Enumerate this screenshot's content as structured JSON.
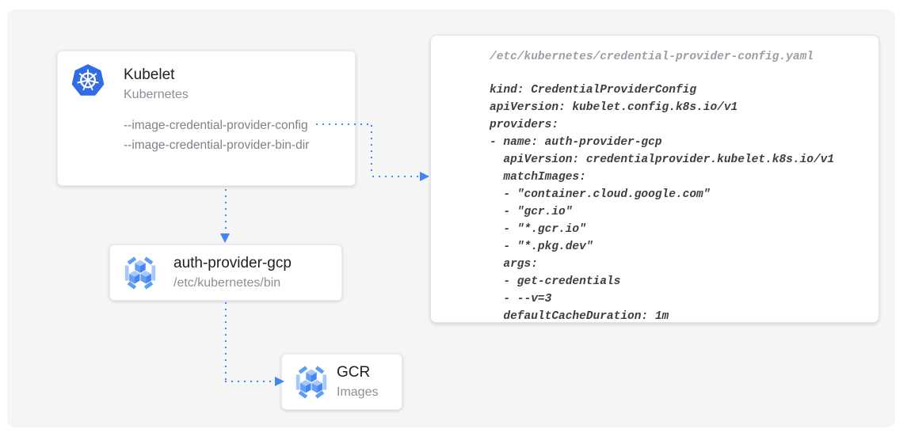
{
  "colors": {
    "accent_blue": "#4285F4",
    "kubernetes_blue": "#326CE5",
    "panel_background": "#F5F5F6",
    "card_background": "#FFFFFF",
    "title_text": "#212121",
    "subtitle_text": "#8A9097",
    "code_text": "#3C4043",
    "code_header_text": "#9AA0A6",
    "gcr_icon_light": "#A8C7FA",
    "gcr_icon_medium": "#669DF6",
    "gcr_icon_dark": "#4285F4"
  },
  "nodes": {
    "kubelet": {
      "title": "Kubelet",
      "subtitle": "Kubernetes",
      "icon": "kubernetes-icon",
      "flags": [
        "--image-credential-provider-config",
        "--image-credential-provider-bin-dir"
      ]
    },
    "auth_provider": {
      "title": "auth-provider-gcp",
      "subtitle": "/etc/kubernetes/bin",
      "icon": "gcr-icon"
    },
    "gcr": {
      "title": "GCR",
      "subtitle": "Images",
      "icon": "gcr-icon"
    }
  },
  "code_panel": {
    "header": "/etc/kubernetes/credential-provider-config.yaml",
    "lines": [
      "kind: CredentialProviderConfig",
      "apiVersion: kubelet.config.k8s.io/v1",
      "providers:",
      "- name: auth-provider-gcp",
      "  apiVersion: credentialprovider.kubelet.k8s.io/v1",
      "  matchImages:",
      "  - \"container.cloud.google.com\"",
      "  - \"gcr.io\"",
      "  - \"*.gcr.io\"",
      "  - \"*.pkg.dev\"",
      "  args:",
      "  - get-credentials",
      "  - --v=3",
      "  defaultCacheDuration: 1m"
    ]
  },
  "arrows": [
    {
      "name": "config-flag-to-yaml-panel",
      "style": "dotted-blue"
    },
    {
      "name": "kubelet-to-auth-provider",
      "style": "dotted-blue"
    },
    {
      "name": "auth-provider-to-gcr",
      "style": "dotted-blue"
    }
  ]
}
